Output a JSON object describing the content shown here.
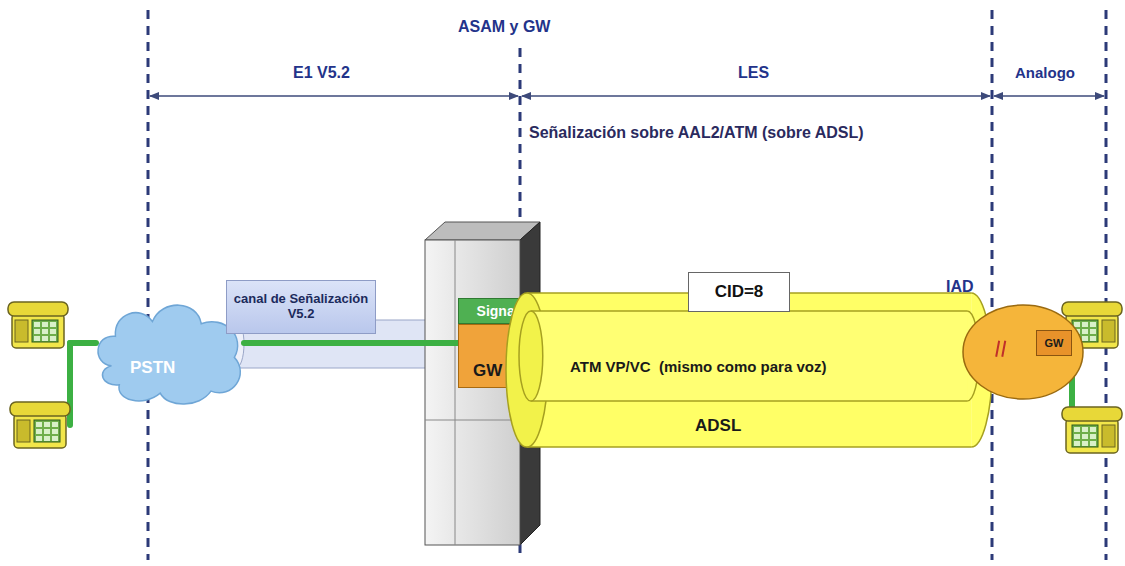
{
  "diagram": {
    "title": "ASAM y GW",
    "nodes": [
      {
        "text": [
          "PSTN"
        ]
      },
      {
        "text": [
          "canal de Señalización V5.2"
        ]
      },
      {
        "text": [
          "Signalling"
        ]
      },
      {
        "text": [
          "GW"
        ]
      },
      {
        "text": [
          "ADSL"
        ]
      },
      {
        "text": [
          "ATM VP/VC  (mismo como para voz)"
        ],
        "in": 4
      },
      {
        "text": [
          "CID=8"
        ]
      },
      {
        "text": [
          "IAD"
        ]
      },
      {
        "text": [
          "GW"
        ],
        "in": 7
      }
    ],
    "edges": [
      {
        "from": 0,
        "to": 8,
        "arrow": "none"
      }
    ],
    "labels": [
      "E1 V5.2",
      "LES",
      "Analogo",
      "Señalización sobre AAL2/ATM (sobre ADSL)"
    ]
  }
}
